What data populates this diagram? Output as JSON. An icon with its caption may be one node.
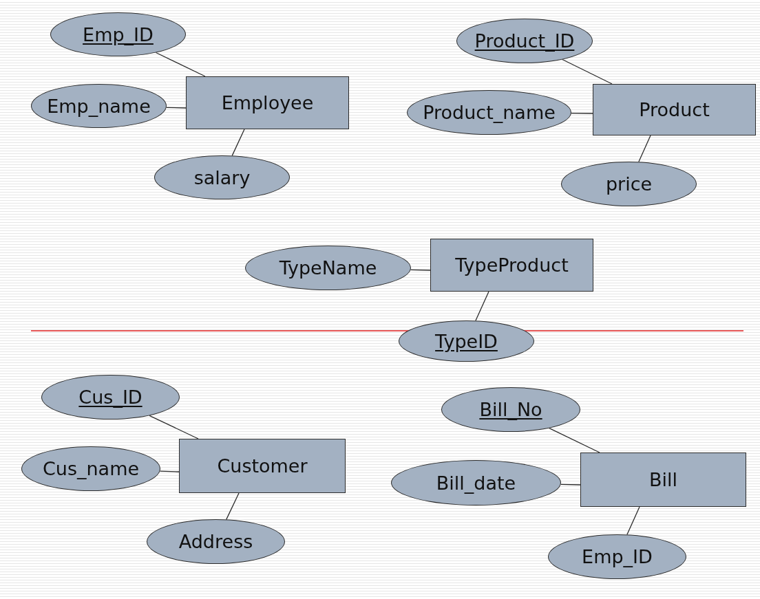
{
  "diagram": {
    "nodes": [
      {
        "text": [
          "Emp_ID"
        ]
      },
      {
        "text": [
          "Employee"
        ]
      },
      {
        "text": [
          "Emp_name"
        ]
      },
      {
        "text": [
          "salary"
        ]
      },
      {
        "text": [
          "Product_ID"
        ]
      },
      {
        "text": [
          "Product"
        ]
      },
      {
        "text": [
          "Product_name"
        ]
      },
      {
        "text": [
          "price"
        ]
      },
      {
        "text": [
          "TypeName"
        ]
      },
      {
        "text": [
          "TypeProduct"
        ]
      },
      {
        "text": [
          "TypeID"
        ]
      },
      {
        "text": [
          "Cus_ID"
        ]
      },
      {
        "text": [
          "Customer"
        ]
      },
      {
        "text": [
          "Cus_name"
        ]
      },
      {
        "text": [
          "Address"
        ]
      },
      {
        "text": [
          "Bill_No"
        ]
      },
      {
        "text": [
          "Bill"
        ]
      },
      {
        "text": [
          "Bill_date"
        ]
      },
      {
        "text": [
          "Emp_ID"
        ]
      }
    ],
    "edges": [
      {
        "from": 1,
        "to": 0,
        "arrow": "none"
      },
      {
        "from": 1,
        "to": 2,
        "arrow": "none"
      },
      {
        "from": 1,
        "to": 3,
        "arrow": "none"
      },
      {
        "from": 5,
        "to": 4,
        "arrow": "none"
      },
      {
        "from": 5,
        "to": 6,
        "arrow": "none"
      },
      {
        "from": 5,
        "to": 7,
        "arrow": "none"
      },
      {
        "from": 9,
        "to": 8,
        "arrow": "none"
      },
      {
        "from": 9,
        "to": 10,
        "arrow": "none"
      },
      {
        "from": 12,
        "to": 11,
        "arrow": "none"
      },
      {
        "from": 12,
        "to": 13,
        "arrow": "none"
      },
      {
        "from": 12,
        "to": 14,
        "arrow": "none"
      },
      {
        "from": 16,
        "to": 15,
        "arrow": "none"
      },
      {
        "from": 16,
        "to": 17,
        "arrow": "none"
      },
      {
        "from": 16,
        "to": 18,
        "arrow": "none"
      }
    ]
  }
}
